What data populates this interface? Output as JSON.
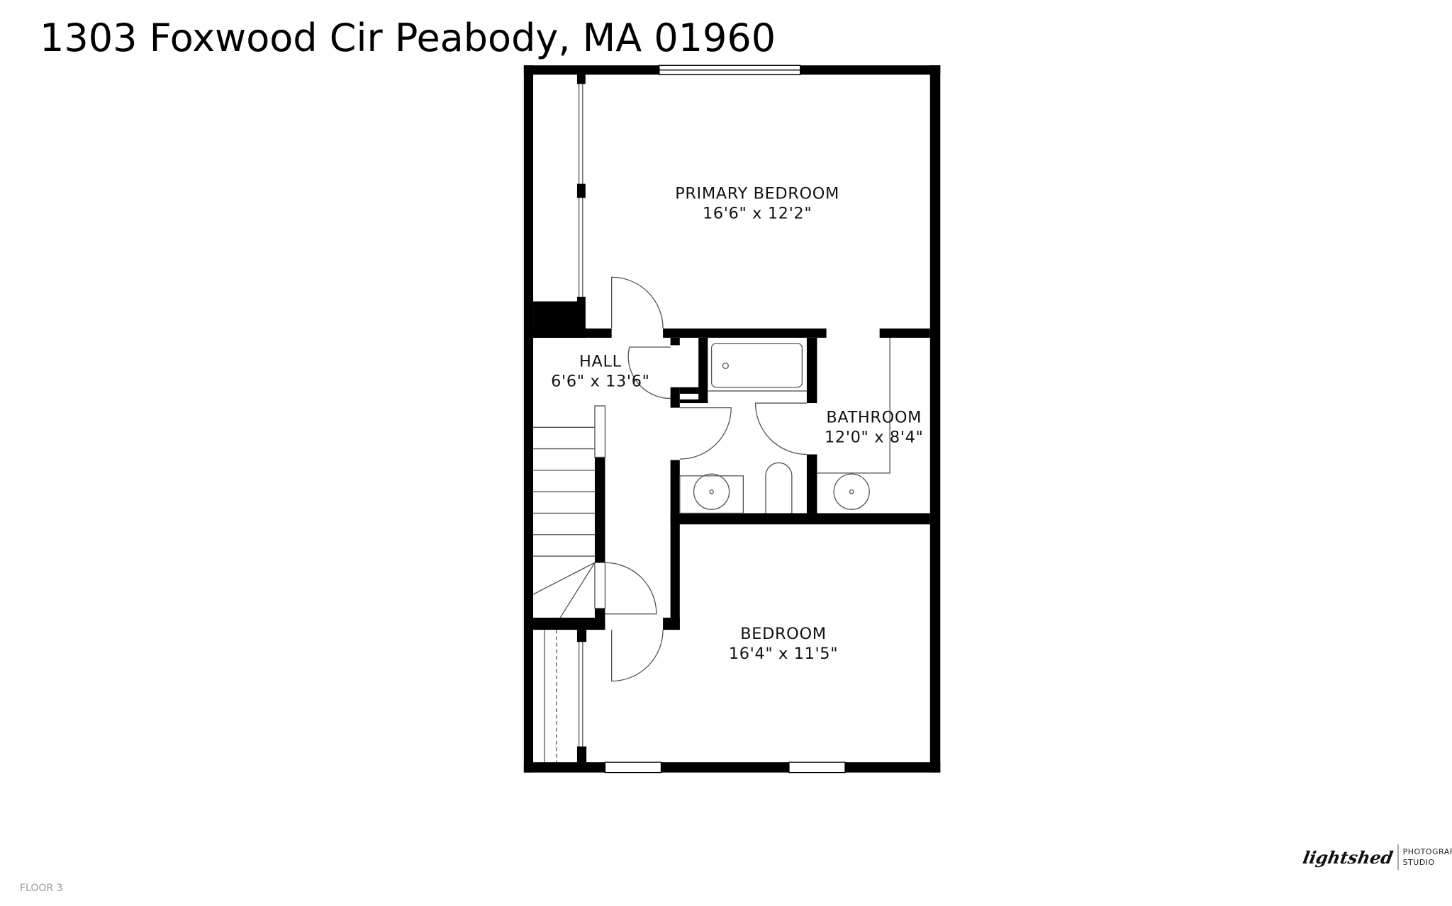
{
  "title": "1303 Foxwood Cir Peabody, MA 01960",
  "floor_label": "FLOOR 3",
  "rooms": [
    {
      "name": "PRIMARY BEDROOM",
      "size": "16'6\" x 12'2\""
    },
    {
      "name": "HALL",
      "size": "6'6\" x 13'6\""
    },
    {
      "name": "BATHROOM",
      "size": "12'0\" x 8'4\""
    },
    {
      "name": "BEDROOM",
      "size": "16'4\" x 11'5\""
    }
  ],
  "logo": {
    "script": "lightshed",
    "line1": "PHOTOGRAPHY",
    "line2": "STUDIO"
  }
}
